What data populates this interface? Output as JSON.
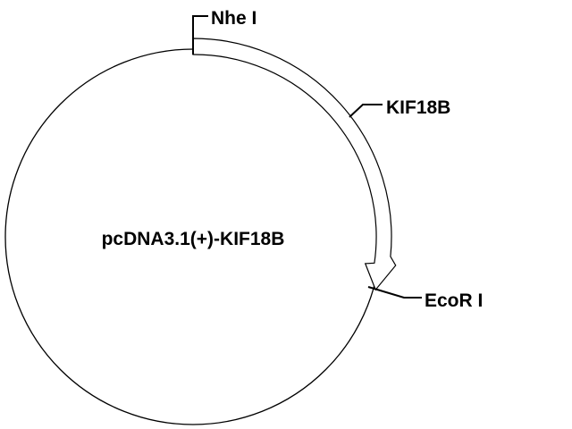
{
  "plasmid": {
    "name": "pcDNA3.1(+)-KIF18B",
    "outline_color": "#000000",
    "insert_fill_color": "#ffffff"
  },
  "sites": {
    "nhe": "Nhe I",
    "ecor": "EcoR I"
  },
  "insert": {
    "label": "KIF18B"
  }
}
